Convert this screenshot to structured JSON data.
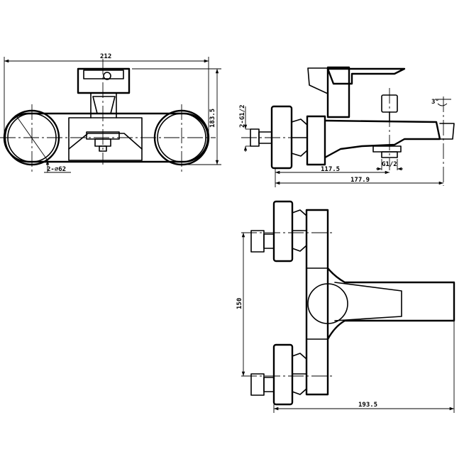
{
  "dimensions": {
    "front_width": "212",
    "front_height": "183.5",
    "flange_diameter": "2-∅62",
    "inlet_thread": "2-G1/2",
    "angle": "3°",
    "outlet_thread": "G1/2",
    "spout_offset": "117.5",
    "side_depth": "177.9",
    "center_distance": "150",
    "top_depth": "193.5"
  }
}
